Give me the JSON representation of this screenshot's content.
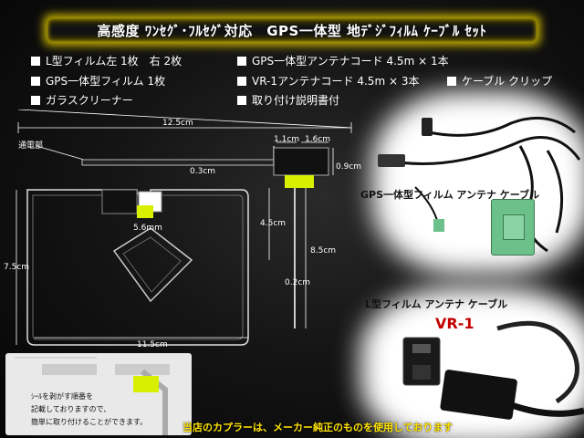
{
  "title": "高感度 ﾜﾝｾｸﾞ･ﾌﾙｾｸﾞ対応　GPS一体型 地ﾃﾞｼﾞﾌｨﾙﾑ ｹｰﾌﾞﾙ ｾｯﾄ",
  "features": [
    "L型フィルム左 1枚　右 2枚",
    "GPS一体型アンテナコード 4.5m × 1本",
    "GPS一体型フィルム 1枚",
    "VR-1アンテナコード 4.5m × 3本",
    "ケーブル クリップ",
    "ガラスクリーナー",
    "取り付け説明書付"
  ],
  "dimensions": {
    "width_top": "12.5cm",
    "label_transmit": "通電部",
    "d_1_1": "1.1cm",
    "d_1_6": "1.6cm",
    "d_0_9": "0.9cm",
    "d_0_3": "0.3cm",
    "d_5_6mm": "5.6mm",
    "d_4_5": "4.5cm",
    "d_8_5": "8.5cm",
    "d_7_5": "7.5cm",
    "d_0_2": "0.2cm",
    "d_11_5": "11.5cm"
  },
  "labels": {
    "gps_cable": "GPS一体型フィルム アンテナ ケーブル",
    "l_cable": "L型フィルム アンテナ ケーブル",
    "vr1": "VR-1"
  },
  "note_lines": [
    "ｼｰﾙを剥がす順番を",
    "記載しておりますので、",
    "簡単に取り付けることができます。"
  ],
  "notice": "当店のカプラーは、メーカー純正のものを使用しております",
  "colors": {
    "title_glow": "#c9b400",
    "notice": "#ffe400",
    "vr1": "#c40000",
    "connector_green": "#6cc08a",
    "film_tab": "#d8f000"
  }
}
